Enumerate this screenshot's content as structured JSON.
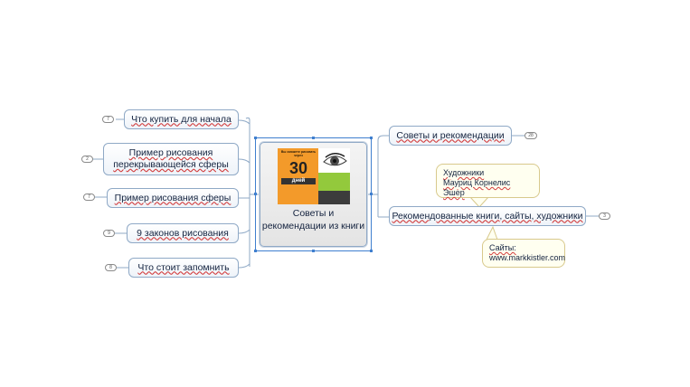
{
  "central_topic": {
    "label": "Советы и рекомендации из книги",
    "book_cover": {
      "number": "30",
      "word": "дней",
      "tagline": "Вы сможете рисовать через",
      "colors": {
        "orange": "#f39a2a",
        "green": "#93c93c",
        "dark": "#3c3c3c"
      }
    }
  },
  "left_topics": [
    {
      "label": "Что купить для начала",
      "count": "7"
    },
    {
      "label": "Пример рисования перекрывающейся сферы",
      "count": "2"
    },
    {
      "label": "Пример рисования сферы",
      "count": "7"
    },
    {
      "label": "9 законов рисования",
      "count": "9"
    },
    {
      "label": "Что стоит запомнить",
      "count": "8"
    }
  ],
  "right_topics": [
    {
      "label": "Советы и рекомендации",
      "count": "28"
    },
    {
      "label": "Рекомендованные книги, сайты, художники",
      "count": "3"
    }
  ],
  "callouts": {
    "artists": {
      "title": "Художники",
      "names": "Мауриц Корнелис Эшер"
    },
    "sites": {
      "title": "Сайты:",
      "url": "www.markkistler.com"
    }
  },
  "colors": {
    "line": "#8fa9c6",
    "selection": "#3f7fcf",
    "callout_border": "#d8c98c"
  }
}
